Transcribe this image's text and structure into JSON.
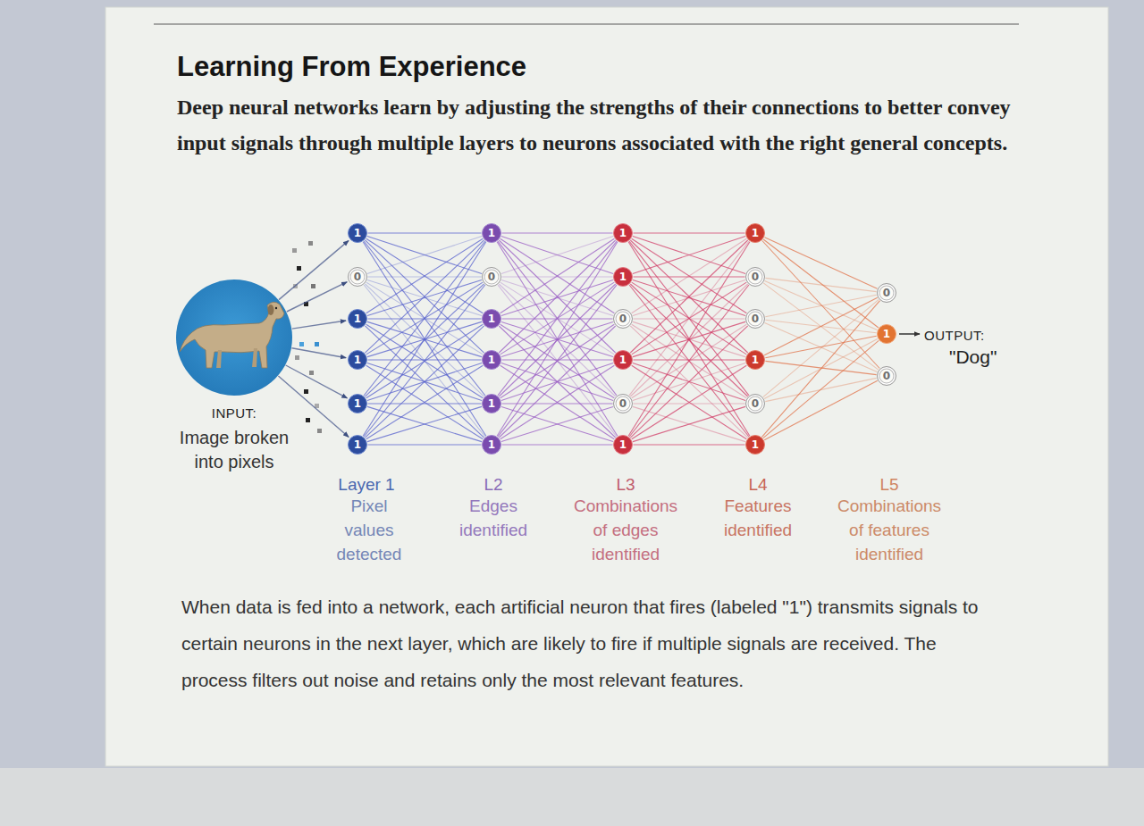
{
  "diagram": {
    "title": "Learning From Experience",
    "caption": "When data is fed into a network, each artificial neuron that fires (labeled \"1\") transmits signals to certain neurons in the next layer, which are likely to fire if multiple signals are received. The process filters out noise and retains only the most relevant features.",
    "nodes": [
      {
        "text": [
          "INPUT:",
          "Image broken into pixels"
        ]
      },
      {
        "text": [
          "1"
        ]
      },
      {
        "text": [
          "0"
        ]
      },
      {
        "text": [
          "1"
        ]
      },
      {
        "text": [
          "1"
        ]
      },
      {
        "text": [
          "1"
        ]
      },
      {
        "text": [
          "1"
        ]
      },
      {
        "text": [
          "1"
        ]
      },
      {
        "text": [
          "0"
        ]
      },
      {
        "text": [
          "1"
        ]
      },
      {
        "text": [
          "1"
        ]
      },
      {
        "text": [
          "1"
        ]
      },
      {
        "text": [
          "1"
        ]
      },
      {
        "text": [
          "1"
        ]
      },
      {
        "text": [
          "1"
        ]
      },
      {
        "text": [
          "0"
        ]
      },
      {
        "text": [
          "1"
        ]
      },
      {
        "text": [
          "0"
        ]
      },
      {
        "text": [
          "1"
        ]
      },
      {
        "text": [
          "1"
        ]
      },
      {
        "text": [
          "0"
        ]
      },
      {
        "text": [
          "0"
        ]
      },
      {
        "text": [
          "1"
        ]
      },
      {
        "text": [
          "0"
        ]
      },
      {
        "text": [
          "1"
        ]
      },
      {
        "text": [
          "0"
        ]
      },
      {
        "text": [
          "1"
        ]
      },
      {
        "text": [
          "0"
        ]
      }
    ],
    "edges": [
      {
        "from": 0,
        "to": 1,
        "arrow": "to"
      },
      {
        "from": 0,
        "to": 2,
        "arrow": "to"
      },
      {
        "from": 0,
        "to": 3,
        "arrow": "to"
      },
      {
        "from": 0,
        "to": 4,
        "arrow": "to"
      },
      {
        "from": 0,
        "to": 5,
        "arrow": "to"
      },
      {
        "from": 0,
        "to": 6,
        "arrow": "to"
      },
      {
        "from": 1,
        "to": 7,
        "arrow": "none"
      },
      {
        "from": 1,
        "to": 8,
        "arrow": "none"
      },
      {
        "from": 1,
        "to": 9,
        "arrow": "none"
      },
      {
        "from": 1,
        "to": 10,
        "arrow": "none"
      },
      {
        "from": 1,
        "to": 11,
        "arrow": "none"
      },
      {
        "from": 1,
        "to": 12,
        "arrow": "none"
      },
      {
        "from": 2,
        "to": 7,
        "arrow": "none"
      },
      {
        "from": 2,
        "to": 8,
        "arrow": "none"
      },
      {
        "from": 2,
        "to": 9,
        "arrow": "none"
      },
      {
        "from": 2,
        "to": 10,
        "arrow": "none"
      },
      {
        "from": 2,
        "to": 11,
        "arrow": "none"
      },
      {
        "from": 2,
        "to": 12,
        "arrow": "none"
      },
      {
        "from": 3,
        "to": 7,
        "arrow": "none"
      },
      {
        "from": 3,
        "to": 8,
        "arrow": "none"
      },
      {
        "from": 3,
        "to": 9,
        "arrow": "none"
      },
      {
        "from": 3,
        "to": 10,
        "arrow": "none"
      },
      {
        "from": 3,
        "to": 11,
        "arrow": "none"
      },
      {
        "from": 3,
        "to": 12,
        "arrow": "none"
      },
      {
        "from": 4,
        "to": 7,
        "arrow": "none"
      },
      {
        "from": 4,
        "to": 8,
        "arrow": "none"
      },
      {
        "from": 4,
        "to": 9,
        "arrow": "none"
      },
      {
        "from": 4,
        "to": 10,
        "arrow": "none"
      },
      {
        "from": 4,
        "to": 11,
        "arrow": "none"
      },
      {
        "from": 4,
        "to": 12,
        "arrow": "none"
      },
      {
        "from": 5,
        "to": 7,
        "arrow": "none"
      },
      {
        "from": 5,
        "to": 8,
        "arrow": "none"
      },
      {
        "from": 5,
        "to": 9,
        "arrow": "none"
      },
      {
        "from": 5,
        "to": 10,
        "arrow": "none"
      },
      {
        "from": 5,
        "to": 11,
        "arrow": "none"
      },
      {
        "from": 5,
        "to": 12,
        "arrow": "none"
      },
      {
        "from": 6,
        "to": 7,
        "arrow": "none"
      },
      {
        "from": 6,
        "to": 8,
        "arrow": "none"
      },
      {
        "from": 6,
        "to": 9,
        "arrow": "none"
      },
      {
        "from": 6,
        "to": 10,
        "arrow": "none"
      },
      {
        "from": 6,
        "to": 11,
        "arrow": "none"
      },
      {
        "from": 6,
        "to": 12,
        "arrow": "none"
      },
      {
        "from": 7,
        "to": 13,
        "arrow": "none"
      },
      {
        "from": 7,
        "to": 14,
        "arrow": "none"
      },
      {
        "from": 7,
        "to": 15,
        "arrow": "none"
      },
      {
        "from": 7,
        "to": 16,
        "arrow": "none"
      },
      {
        "from": 7,
        "to": 17,
        "arrow": "none"
      },
      {
        "from": 7,
        "to": 18,
        "arrow": "none"
      },
      {
        "from": 8,
        "to": 13,
        "arrow": "none"
      },
      {
        "from": 8,
        "to": 14,
        "arrow": "none"
      },
      {
        "from": 8,
        "to": 15,
        "arrow": "none"
      },
      {
        "from": 8,
        "to": 16,
        "arrow": "none"
      },
      {
        "from": 8,
        "to": 17,
        "arrow": "none"
      },
      {
        "from": 8,
        "to": 18,
        "arrow": "none"
      },
      {
        "from": 9,
        "to": 13,
        "arrow": "none"
      },
      {
        "from": 9,
        "to": 14,
        "arrow": "none"
      },
      {
        "from": 9,
        "to": 15,
        "arrow": "none"
      },
      {
        "from": 9,
        "to": 16,
        "arrow": "none"
      },
      {
        "from": 9,
        "to": 17,
        "arrow": "none"
      },
      {
        "from": 9,
        "to": 18,
        "arrow": "none"
      },
      {
        "from": 10,
        "to": 13,
        "arrow": "none"
      },
      {
        "from": 10,
        "to": 14,
        "arrow": "none"
      },
      {
        "from": 10,
        "to": 15,
        "arrow": "none"
      },
      {
        "from": 10,
        "to": 16,
        "arrow": "none"
      },
      {
        "from": 10,
        "to": 17,
        "arrow": "none"
      },
      {
        "from": 10,
        "to": 18,
        "arrow": "none"
      },
      {
        "from": 11,
        "to": 13,
        "arrow": "none"
      },
      {
        "from": 11,
        "to": 14,
        "arrow": "none"
      },
      {
        "from": 11,
        "to": 15,
        "arrow": "none"
      },
      {
        "from": 11,
        "to": 16,
        "arrow": "none"
      },
      {
        "from": 11,
        "to": 17,
        "arrow": "none"
      },
      {
        "from": 11,
        "to": 18,
        "arrow": "none"
      },
      {
        "from": 12,
        "to": 13,
        "arrow": "none"
      },
      {
        "from": 12,
        "to": 14,
        "arrow": "none"
      },
      {
        "from": 12,
        "to": 15,
        "arrow": "none"
      },
      {
        "from": 12,
        "to": 16,
        "arrow": "none"
      },
      {
        "from": 12,
        "to": 17,
        "arrow": "none"
      },
      {
        "from": 12,
        "to": 18,
        "arrow": "none"
      },
      {
        "from": 13,
        "to": 19,
        "arrow": "none"
      },
      {
        "from": 13,
        "to": 20,
        "arrow": "none"
      },
      {
        "from": 13,
        "to": 21,
        "arrow": "none"
      },
      {
        "from": 13,
        "to": 22,
        "arrow": "none"
      },
      {
        "from": 13,
        "to": 23,
        "arrow": "none"
      },
      {
        "from": 13,
        "to": 24,
        "arrow": "none"
      },
      {
        "from": 14,
        "to": 19,
        "arrow": "none"
      },
      {
        "from": 14,
        "to": 20,
        "arrow": "none"
      },
      {
        "from": 14,
        "to": 21,
        "arrow": "none"
      },
      {
        "from": 14,
        "to": 22,
        "arrow": "none"
      },
      {
        "from": 14,
        "to": 23,
        "arrow": "none"
      },
      {
        "from": 14,
        "to": 24,
        "arrow": "none"
      },
      {
        "from": 15,
        "to": 19,
        "arrow": "none"
      },
      {
        "from": 15,
        "to": 20,
        "arrow": "none"
      },
      {
        "from": 15,
        "to": 21,
        "arrow": "none"
      },
      {
        "from": 15,
        "to": 22,
        "arrow": "none"
      },
      {
        "from": 15,
        "to": 23,
        "arrow": "none"
      },
      {
        "from": 15,
        "to": 24,
        "arrow": "none"
      },
      {
        "from": 16,
        "to": 19,
        "arrow": "none"
      },
      {
        "from": 16,
        "to": 20,
        "arrow": "none"
      },
      {
        "from": 16,
        "to": 21,
        "arrow": "none"
      },
      {
        "from": 16,
        "to": 22,
        "arrow": "none"
      },
      {
        "from": 16,
        "to": 23,
        "arrow": "none"
      },
      {
        "from": 16,
        "to": 24,
        "arrow": "none"
      },
      {
        "from": 17,
        "to": 19,
        "arrow": "none"
      },
      {
        "from": 17,
        "to": 20,
        "arrow": "none"
      },
      {
        "from": 17,
        "to": 21,
        "arrow": "none"
      },
      {
        "from": 17,
        "to": 22,
        "arrow": "none"
      },
      {
        "from": 17,
        "to": 23,
        "arrow": "none"
      },
      {
        "from": 17,
        "to": 24,
        "arrow": "none"
      },
      {
        "from": 18,
        "to": 19,
        "arrow": "none"
      },
      {
        "from": 18,
        "to": 20,
        "arrow": "none"
      },
      {
        "from": 18,
        "to": 21,
        "arrow": "none"
      },
      {
        "from": 18,
        "to": 22,
        "arrow": "none"
      },
      {
        "from": 18,
        "to": 23,
        "arrow": "none"
      },
      {
        "from": 18,
        "to": 24,
        "arrow": "none"
      },
      {
        "from": 19,
        "to": 25,
        "arrow": "none"
      },
      {
        "from": 19,
        "to": 26,
        "arrow": "none"
      },
      {
        "from": 19,
        "to": 27,
        "arrow": "none"
      },
      {
        "from": 20,
        "to": 25,
        "arrow": "none"
      },
      {
        "from": 20,
        "to": 26,
        "arrow": "none"
      },
      {
        "from": 20,
        "to": 27,
        "arrow": "none"
      },
      {
        "from": 21,
        "to": 25,
        "arrow": "none"
      },
      {
        "from": 21,
        "to": 26,
        "arrow": "none"
      },
      {
        "from": 21,
        "to": 27,
        "arrow": "none"
      },
      {
        "from": 22,
        "to": 25,
        "arrow": "none"
      },
      {
        "from": 22,
        "to": 26,
        "arrow": "none"
      },
      {
        "from": 22,
        "to": 27,
        "arrow": "none"
      },
      {
        "from": 23,
        "to": 25,
        "arrow": "none"
      },
      {
        "from": 23,
        "to": 26,
        "arrow": "none"
      },
      {
        "from": 23,
        "to": 27,
        "arrow": "none"
      },
      {
        "from": 24,
        "to": 25,
        "arrow": "none"
      },
      {
        "from": 24,
        "to": 26,
        "arrow": "none"
      },
      {
        "from": 24,
        "to": 27,
        "arrow": "none"
      }
    ],
    "labels": [
      "Deep neural networks learn by adjusting the strengths of their connections to better convey input signals through multiple layers to neurons associated with the right general concepts.",
      "Layer 1",
      "Pixel values detected",
      "L2",
      "Edges identified",
      "L3",
      "Combinations of edges identified",
      "L4",
      "Features identified",
      "L5",
      "Combinations of features identified",
      "OUTPUT:",
      "\"Dog\""
    ]
  }
}
